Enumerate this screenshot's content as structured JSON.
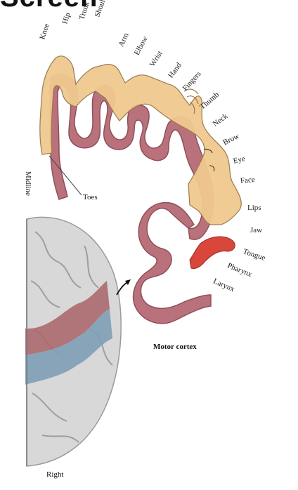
{
  "heading_fragment": "Screen",
  "body_labels": [
    {
      "key": "knee",
      "text": "Knee"
    },
    {
      "key": "hip",
      "text": "Hip"
    },
    {
      "key": "trunk",
      "text": "Trunk"
    },
    {
      "key": "shoulder",
      "text": "Shoulder"
    },
    {
      "key": "arm",
      "text": "Arm"
    },
    {
      "key": "elbow",
      "text": "Elbow"
    },
    {
      "key": "wrist",
      "text": "Wrist"
    },
    {
      "key": "hand",
      "text": "Hand"
    },
    {
      "key": "fingers",
      "text": "Fingers"
    },
    {
      "key": "thumb",
      "text": "Thumb"
    },
    {
      "key": "neck",
      "text": "Neck"
    },
    {
      "key": "brow",
      "text": "Brow"
    },
    {
      "key": "eye",
      "text": "Eye"
    },
    {
      "key": "face",
      "text": "Face"
    },
    {
      "key": "lips",
      "text": "Lips"
    },
    {
      "key": "jaw",
      "text": "Jaw"
    },
    {
      "key": "tongue",
      "text": "Tongue"
    },
    {
      "key": "pharynx",
      "text": "Pharynx"
    },
    {
      "key": "larynx",
      "text": "Larynx"
    }
  ],
  "toes_label": "Toes",
  "midline_label": "Midline",
  "motor_cortex_label": "Motor cortex",
  "right_label": "Right",
  "colors": {
    "cortex": "#b9727c",
    "cortex_dark": "#8f4f5a",
    "homunculus": "#f0c98f",
    "homunculus_line": "#9b7b4f",
    "tongue": "#d9463b",
    "brain": "#d6d6d6",
    "motor_strip": "#a86468",
    "sensory_strip": "#7f9fb6"
  }
}
